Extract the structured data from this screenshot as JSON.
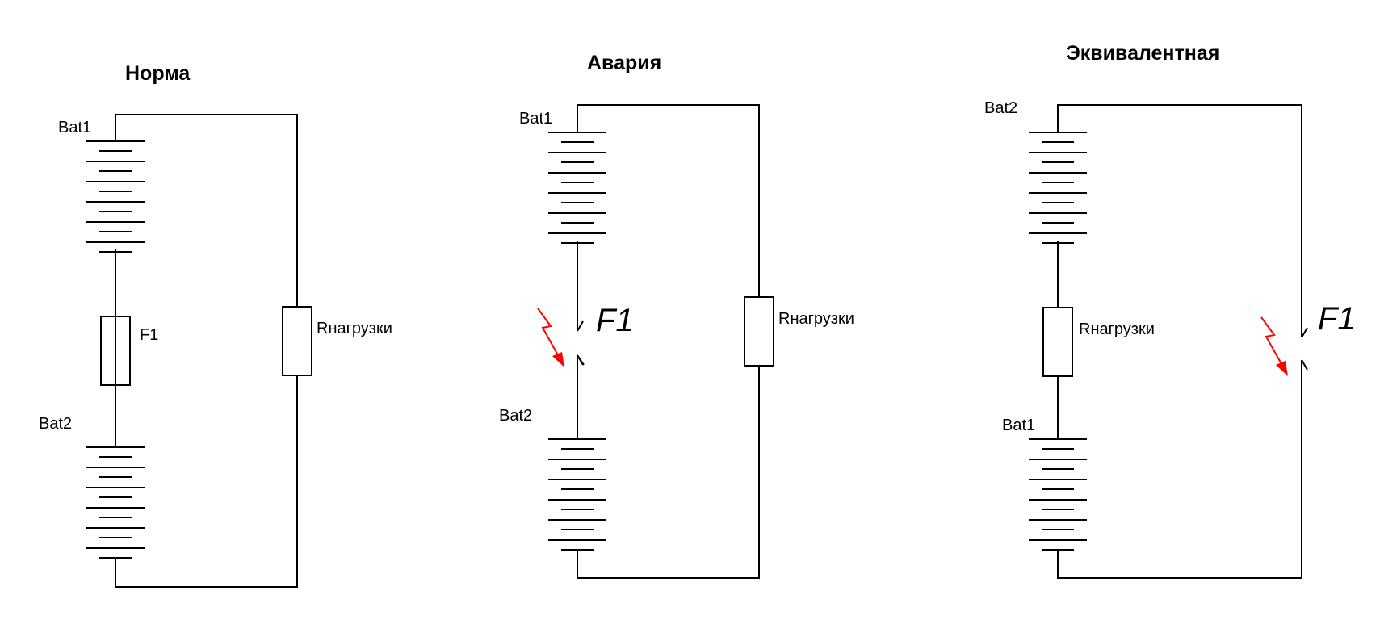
{
  "diagrams": [
    {
      "title": "Норма",
      "labels": {
        "bat_top": "Bat1",
        "bat_bottom": "Bat2",
        "middle_element": "F1",
        "right_element": "Rнагрузки"
      }
    },
    {
      "title": "Авария",
      "labels": {
        "bat_top": "Bat1",
        "bat_bottom": "Bat2",
        "middle_element": "F1",
        "right_element": "Rнагрузки"
      }
    },
    {
      "title": "Эквивалентная",
      "labels": {
        "bat_top": "Bat2",
        "bat_bottom": "Bat1",
        "middle_element": "Rнагрузки",
        "right_element": "F1"
      }
    }
  ],
  "colors": {
    "wire": "#000000",
    "fault_arrow": "#ff0000"
  },
  "icons": {
    "fault": "lightning-arrow-icon"
  }
}
